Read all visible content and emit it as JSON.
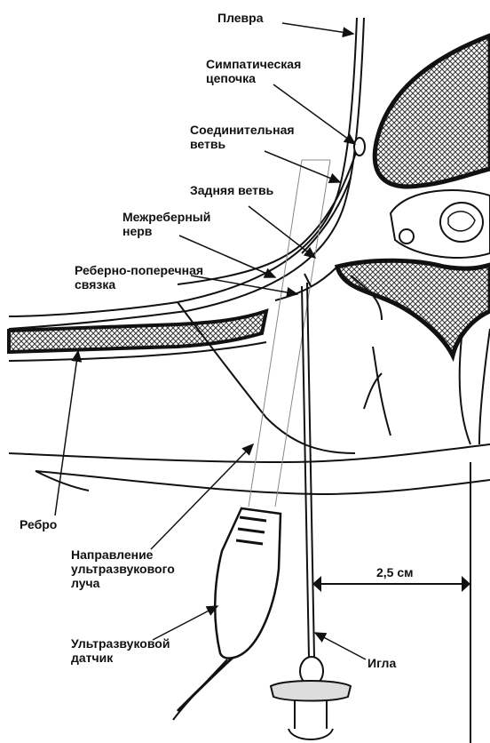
{
  "colors": {
    "ink": "#111111",
    "paper": "#ffffff",
    "hatch": "#333333"
  },
  "labels": {
    "pleura": "Плевра",
    "sympathetic_chain": [
      "Симпатическая",
      "цепочка"
    ],
    "communicating_branch": [
      "Соединительная",
      "ветвь"
    ],
    "posterior_branch": "Задняя ветвь",
    "intercostal_nerve": [
      "Межреберный",
      "нерв"
    ],
    "costotransverse_ligament": [
      "Реберно-поперечная",
      "связка"
    ],
    "rib": "Ребро",
    "us_beam_direction": [
      "Направление",
      "ультразвукового",
      "луча"
    ],
    "us_probe": [
      "Ультразвуковой",
      "датчик"
    ],
    "needle": "Игла",
    "distance": "2,5 см"
  }
}
